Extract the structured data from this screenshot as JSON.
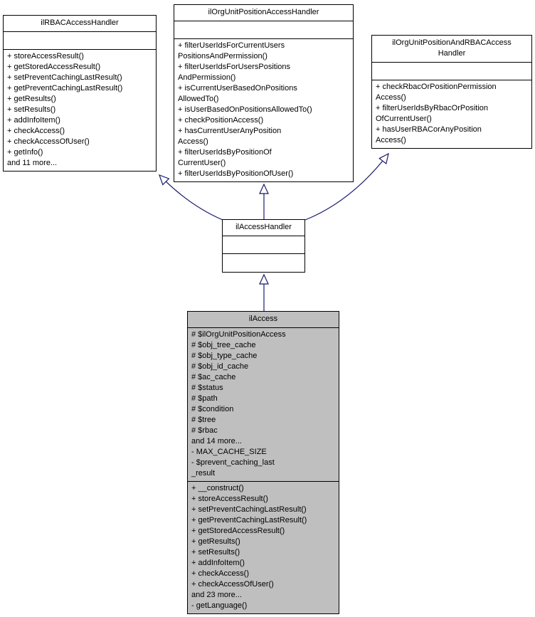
{
  "colors": {
    "edge": "#191970",
    "arrowhead_fill": "#ffffff",
    "highlight_fill": "#bfbfbf",
    "box_fill": "#ffffff",
    "border": "#000000",
    "background": "#ffffff"
  },
  "diagram": {
    "type": "uml-class-inheritance-graph",
    "classes": {
      "rbac": {
        "title_lines": [
          "ilRBACAccessHandler"
        ],
        "attributes": [],
        "methods": [
          "+ storeAccessResult()",
          "+ getStoredAccessResult()",
          "+ setPreventCachingLastResult()",
          "+ getPreventCachingLastResult()",
          "+ getResults()",
          "+ setResults()",
          "+ addInfoItem()",
          "+ checkAccess()",
          "+ checkAccessOfUser()",
          "+ getInfo()",
          "and 11 more..."
        ]
      },
      "orgunit": {
        "title_lines": [
          "ilOrgUnitPositionAccessHandler"
        ],
        "attributes": [],
        "methods": [
          "+ filterUserIdsForCurrentUsers",
          "PositionsAndPermission()",
          "+ filterUserIdsForUsersPositions",
          "AndPermission()",
          "+ isCurrentUserBasedOnPositions",
          "AllowedTo()",
          "+ isUserBasedOnPositionsAllowedTo()",
          "+ checkPositionAccess()",
          "+ hasCurrentUserAnyPosition",
          "Access()",
          "+ filterUserIdsByPositionOf",
          "CurrentUser()",
          "+ filterUserIdsByPositionOfUser()"
        ]
      },
      "orgrbac": {
        "title_lines": [
          "ilOrgUnitPositionAndRBACAccess",
          "Handler"
        ],
        "attributes": [],
        "methods": [
          "+ checkRbacOrPositionPermission",
          "Access()",
          "+ filterUserIdsByRbacOrPosition",
          "OfCurrentUser()",
          "+ hasUserRBACorAnyPosition",
          "Access()"
        ]
      },
      "handler": {
        "title_lines": [
          "ilAccessHandler"
        ],
        "attributes": [],
        "methods": []
      },
      "access": {
        "title_lines": [
          "ilAccess"
        ],
        "attributes": [
          "# $ilOrgUnitPositionAccess",
          "# $obj_tree_cache",
          "# $obj_type_cache",
          "# $obj_id_cache",
          "# $ac_cache",
          "# $status",
          "# $path",
          "# $condition",
          "# $tree",
          "# $rbac",
          "and 14 more...",
          "- MAX_CACHE_SIZE",
          "- $prevent_caching_last",
          "_result"
        ],
        "methods": [
          "+ __construct()",
          "+ storeAccessResult()",
          "+ setPreventCachingLastResult()",
          "+ getPreventCachingLastResult()",
          "+ getStoredAccessResult()",
          "+ getResults()",
          "+ setResults()",
          "+ addInfoItem()",
          "+ checkAccess()",
          "+ checkAccessOfUser()",
          "and 23 more...",
          "- getLanguage()"
        ]
      }
    },
    "edges": [
      {
        "from": "ilAccessHandler",
        "to": "ilRBACAccessHandler",
        "kind": "generalization"
      },
      {
        "from": "ilAccessHandler",
        "to": "ilOrgUnitPositionAccessHandler",
        "kind": "generalization"
      },
      {
        "from": "ilAccessHandler",
        "to": "ilOrgUnitPositionAndRBACAccessHandler",
        "kind": "generalization"
      },
      {
        "from": "ilAccess",
        "to": "ilAccessHandler",
        "kind": "generalization"
      }
    ]
  }
}
